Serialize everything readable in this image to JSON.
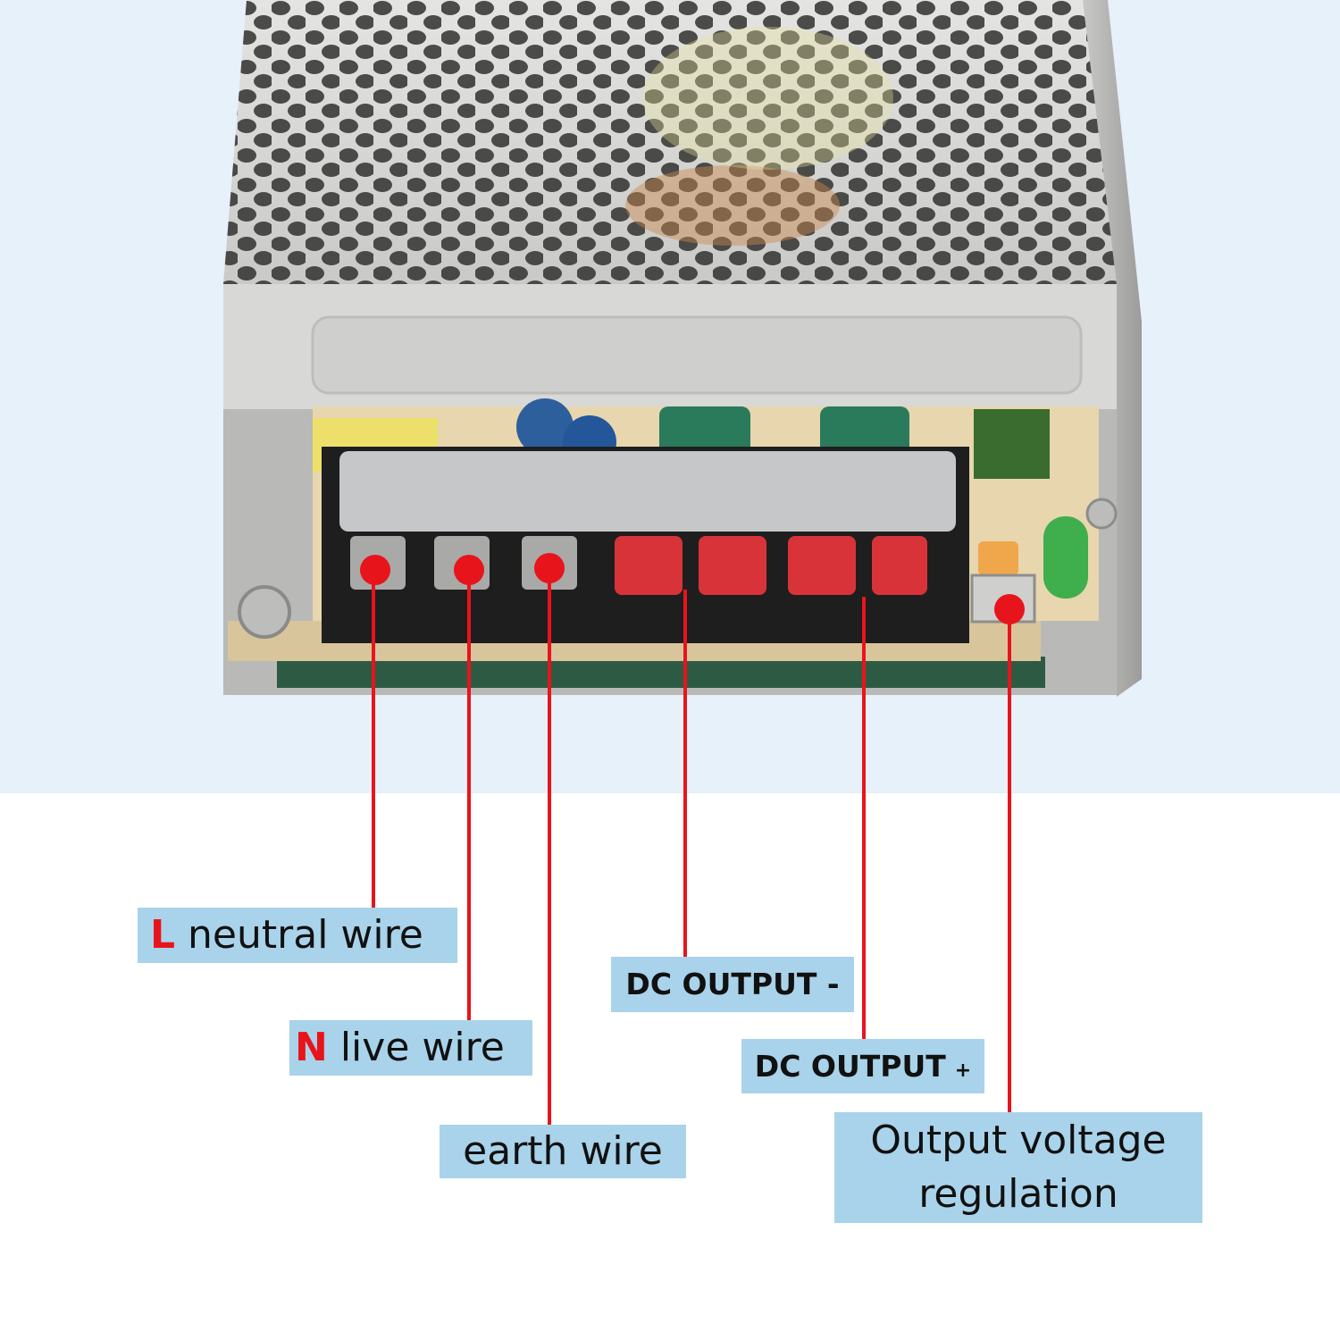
{
  "labels": {
    "neutral": {
      "letter": "L",
      "text": "neutral wire"
    },
    "live": {
      "letter": "N",
      "text": "live wire"
    },
    "earth": {
      "text": "earth wire"
    },
    "dc_negative": {
      "text": "DC OUTPUT",
      "sign": "-"
    },
    "dc_positive": {
      "text": "DC OUTPUT",
      "sign": "+"
    },
    "voltage_regulation": {
      "line1": "Output voltage",
      "line2": "regulation"
    }
  },
  "colors": {
    "label_background": "#a9d3ea",
    "callout_red": "#e8141c",
    "terminal_red": "#d9333a",
    "top_background": "#e6f1f9"
  }
}
